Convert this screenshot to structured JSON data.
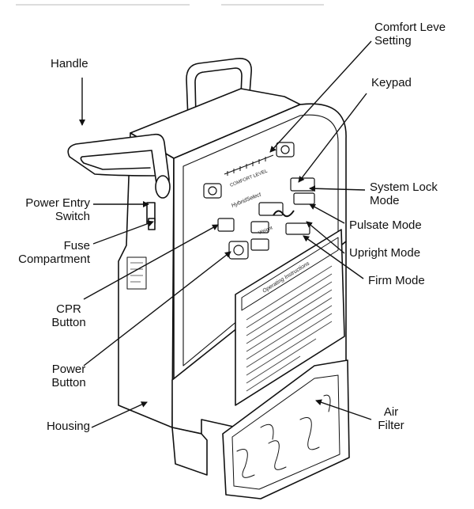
{
  "labels": {
    "handle": "Handle",
    "power_entry_switch": "Power Entry\nSwitch",
    "fuse_compartment": "Fuse\nCompartment",
    "cpr_button": "CPR\nButton",
    "power_button": "Power\nButton",
    "housing": "Housing",
    "comfort_level_setting": "Comfort Leve\nSetting",
    "keypad": "Keypad",
    "system_lock_mode": "System Lock\nMode",
    "pulsate_mode": "Pulsate Mode",
    "upright_mode": "Upright Mode",
    "firm_mode": "Firm Mode",
    "air_filter": "Air\nFilter"
  },
  "panel": {
    "comfort_level": "COMFORT LEVEL",
    "brand": "HybridSelect",
    "instructions_title": "Operating Instructions",
    "weight": "Weight"
  }
}
